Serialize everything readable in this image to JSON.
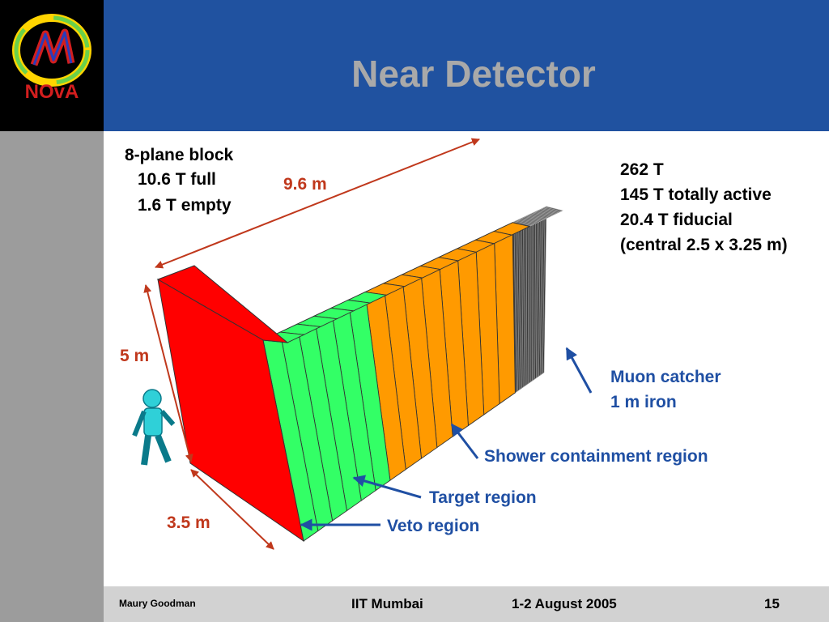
{
  "slide": {
    "title": "Near Detector",
    "logo_text": "NOvA"
  },
  "labels": {
    "plane_block": [
      "8-plane block",
      "10.6 T full",
      "1.6 T empty"
    ],
    "mass": [
      "262 T",
      "145 T totally active",
      "20.4 T fiducial",
      "(central 2.5 x 3.25 m)"
    ],
    "length": "9.6 m",
    "height": "5 m",
    "width": "3.5 m",
    "muon_catcher": [
      "Muon catcher",
      "1 m iron"
    ],
    "shower_region": "Shower containment region",
    "target_region": "Target region",
    "veto_region": "Veto region"
  },
  "footer": {
    "author": "Maury Goodman",
    "venue": "IIT Mumbai",
    "date": "1-2 August 2005",
    "page": "15"
  },
  "colors": {
    "veto": "#ff0000",
    "target": "#33ff66",
    "shower": "#ff9a00",
    "muon": "#3a3a3a",
    "dimension_arrow": "#c0381c",
    "pointer_arrow": "#1f4fa3"
  }
}
